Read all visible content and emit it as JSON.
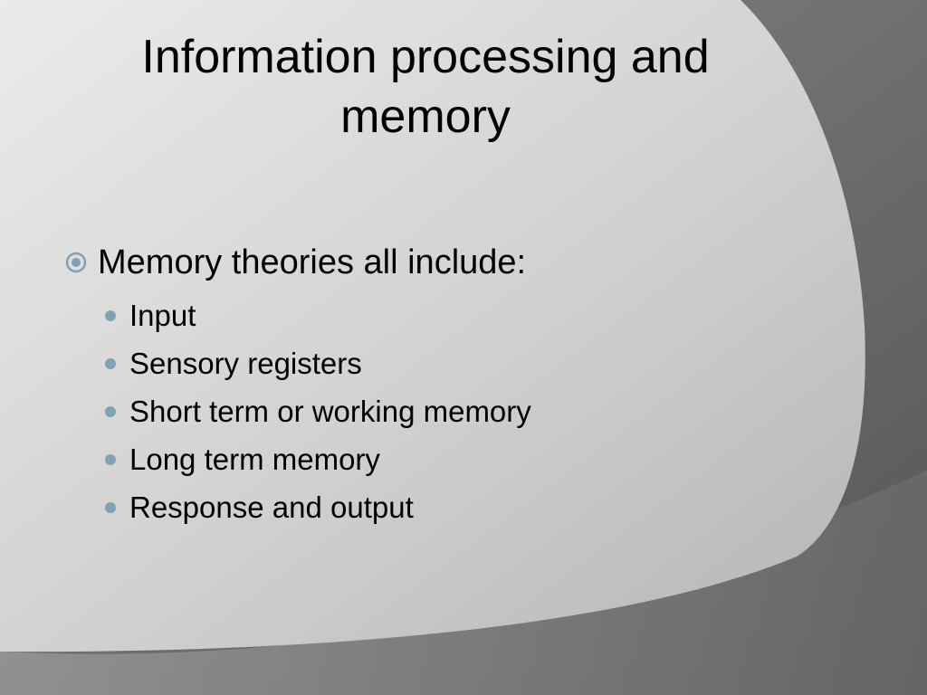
{
  "slide": {
    "title": "Information processing and memory",
    "bullet": {
      "text": "Memory theories all include:",
      "icon": "circled-dot-bullet-icon",
      "subitems": [
        {
          "text": "Input"
        },
        {
          "text": "Sensory registers"
        },
        {
          "text": "Short term or working memory"
        },
        {
          "text": "Long term memory"
        },
        {
          "text": "Response and output"
        }
      ]
    }
  },
  "colors": {
    "panel_light": "#ebeae8",
    "panel_mid": "#c8c8c6",
    "background_dark": "#5c5c5c",
    "text": "#000000",
    "bullet_accent": "#7fa3b5"
  }
}
